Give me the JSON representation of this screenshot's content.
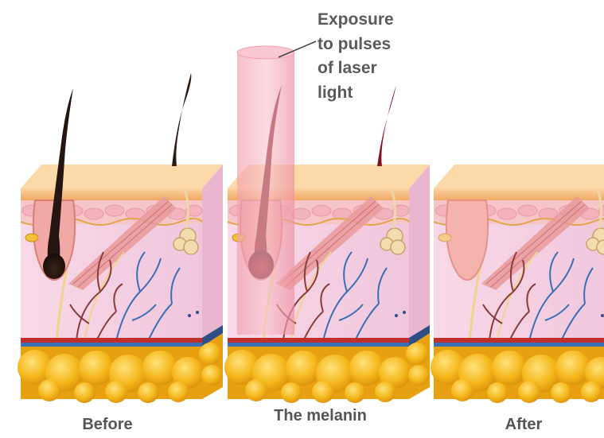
{
  "labels": {
    "before": "Before",
    "melanin": "The melanin",
    "after": "After"
  },
  "annotation": {
    "lines": [
      "Exposure",
      "to pulses",
      "of laser",
      "light"
    ]
  },
  "colors": {
    "hair_before": "#2a1a12",
    "hair_laser": "#7a0f1a",
    "laser_beam": "#f4a7b4",
    "skin_top": "#f6b880",
    "dermis": "#f6d6e6",
    "fat": "#f3b51b",
    "vein": "#3a6fb5",
    "artery": "#c0302a"
  },
  "panels": [
    {
      "name": "before-panel",
      "state": "dark-hair"
    },
    {
      "name": "laser-panel",
      "state": "heated-hair"
    },
    {
      "name": "after-panel",
      "state": "no-hair"
    }
  ]
}
